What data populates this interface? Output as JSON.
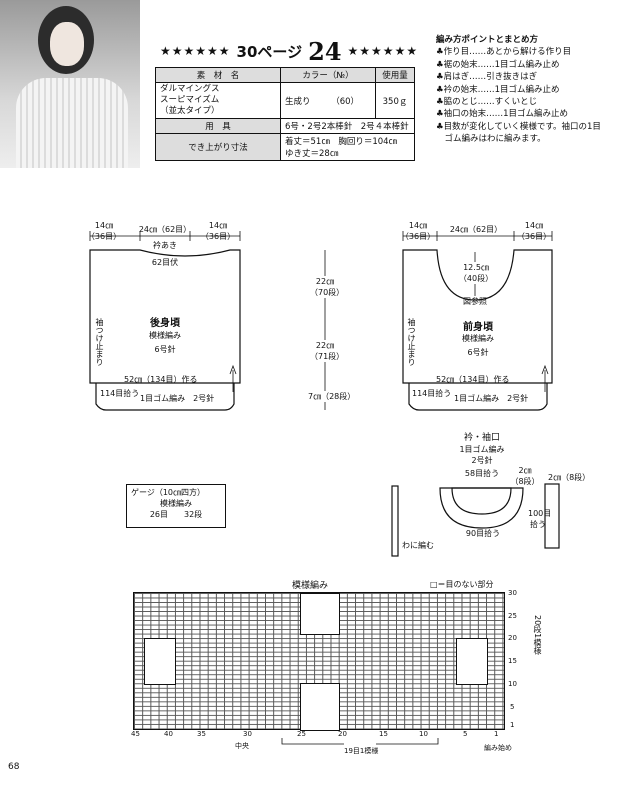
{
  "header": {
    "title_prefix": "30ページ",
    "title_number": "24",
    "stars": "★★★★★★"
  },
  "materials": {
    "head_material": "素　材　名",
    "head_color": "カラー（№）",
    "head_amount": "使用量",
    "material_name_1": "ダルマイングス",
    "material_name_2": "スーピマイズム",
    "material_name_3": "（並太タイプ）",
    "color": "生成り",
    "color_no": "（60）",
    "amount": "350ｇ",
    "tools_label": "用　具",
    "tools_value": "6号・2号2本棒針　2号４本棒針",
    "size_label": "でき上がり寸法",
    "size_value": "着丈＝51㎝　胸回り＝104㎝　ゆき丈＝28㎝"
  },
  "notes": {
    "heading": "編み方ポイントとまとめ方",
    "items": [
      "♣作り目……あとから解ける作り目",
      "♣裾の始末……1目ゴム編み止め",
      "♣肩はぎ……引き抜きはぎ",
      "♣衿の始末……1目ゴム編み止め",
      "♣脇のとじ……すくいとじ",
      "♣袖口の始末……1目ゴム編み止め",
      "♣目数が変化していく模様です。袖口の1目",
      "　ゴム編みはわに編みます。"
    ]
  },
  "back": {
    "w_left": "14㎝",
    "w_left_st": "（36目）",
    "w_mid": "24㎝（62目）",
    "w_right": "14㎝",
    "w_right_st": "（36目）",
    "neck": "衿あき",
    "neck_bind": "62目伏",
    "title": "後身頃",
    "pattern": "模様編み",
    "needle": "6号針",
    "sleeve_mark": "袖つけ止まり",
    "cast_on": "52㎝（134目）作る",
    "pickup": "114目拾う",
    "rib": "1目ゴム編み　2号針"
  },
  "measure": {
    "h1": "22㎝",
    "h1_rows": "（70段）",
    "h2": "22㎝",
    "h2_rows": "（71段）",
    "h3": "7㎝（28段）"
  },
  "front": {
    "w_left": "14㎝",
    "w_left_st": "（36目）",
    "w_mid": "24㎝（62目）",
    "w_right": "14㎝",
    "w_right_st": "（36目）",
    "neck_depth": "12.5㎝",
    "neck_rows": "（40段）",
    "ref": "図参照",
    "title": "前身頃",
    "pattern": "模様編み",
    "needle": "6号針",
    "sleeve_mark": "袖つけ止まり",
    "cast_on": "52㎝（134目）作る",
    "pickup": "114目拾う",
    "rib": "1目ゴム編み　2号針"
  },
  "gauge": {
    "title": "ゲージ（10㎝四方）",
    "pattern": "模様編み",
    "value": "26目　　32段"
  },
  "collar": {
    "title": "衿・袖口",
    "rib": "1目ゴム編み",
    "needle": "2号針",
    "front_pick": "58目拾う",
    "back_pick": "90目拾う",
    "depth": "2㎝",
    "depth_rows": "（8段）",
    "sleeve_depth": "2㎝（8段）",
    "sleeve_pick": "100目",
    "sleeve_pick2": "拾う",
    "round": "わに編む"
  },
  "chart": {
    "title": "模様編み",
    "legend": "□＝目のない部分",
    "x_ticks": [
      "45",
      "40",
      "35",
      "30",
      "25",
      "20",
      "15",
      "10",
      "5",
      "1"
    ],
    "y_ticks": [
      "30",
      "25",
      "20",
      "15",
      "10",
      "5",
      "1"
    ],
    "repeat_side": "20段1模様",
    "center": "中央",
    "repeat": "19目1模様",
    "start": "編み始め"
  },
  "page_number": "68"
}
